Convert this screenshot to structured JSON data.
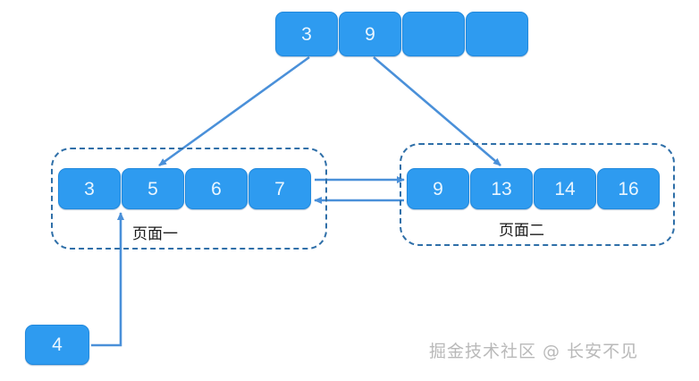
{
  "diagram": {
    "title": "B+ tree page split diagram",
    "accent_color": "#2e9bf0",
    "dash_color": "#2f6fa8",
    "arrow_color": "#4a90d9"
  },
  "root": {
    "name": "root-node",
    "cells": [
      {
        "value": "3"
      },
      {
        "value": "9"
      },
      {
        "value": ""
      },
      {
        "value": ""
      }
    ]
  },
  "pages": [
    {
      "id": "page-one",
      "label": "页面一",
      "cells": [
        {
          "value": "3"
        },
        {
          "value": "5"
        },
        {
          "value": "6"
        },
        {
          "value": "7"
        }
      ]
    },
    {
      "id": "page-two",
      "label": "页面二",
      "cells": [
        {
          "value": "9"
        },
        {
          "value": "13"
        },
        {
          "value": "14"
        },
        {
          "value": "16"
        }
      ]
    }
  ],
  "insert_node": {
    "name": "insert-node",
    "value": "4"
  },
  "watermark": {
    "text": "掘金技术社区 @ 长安不见"
  }
}
